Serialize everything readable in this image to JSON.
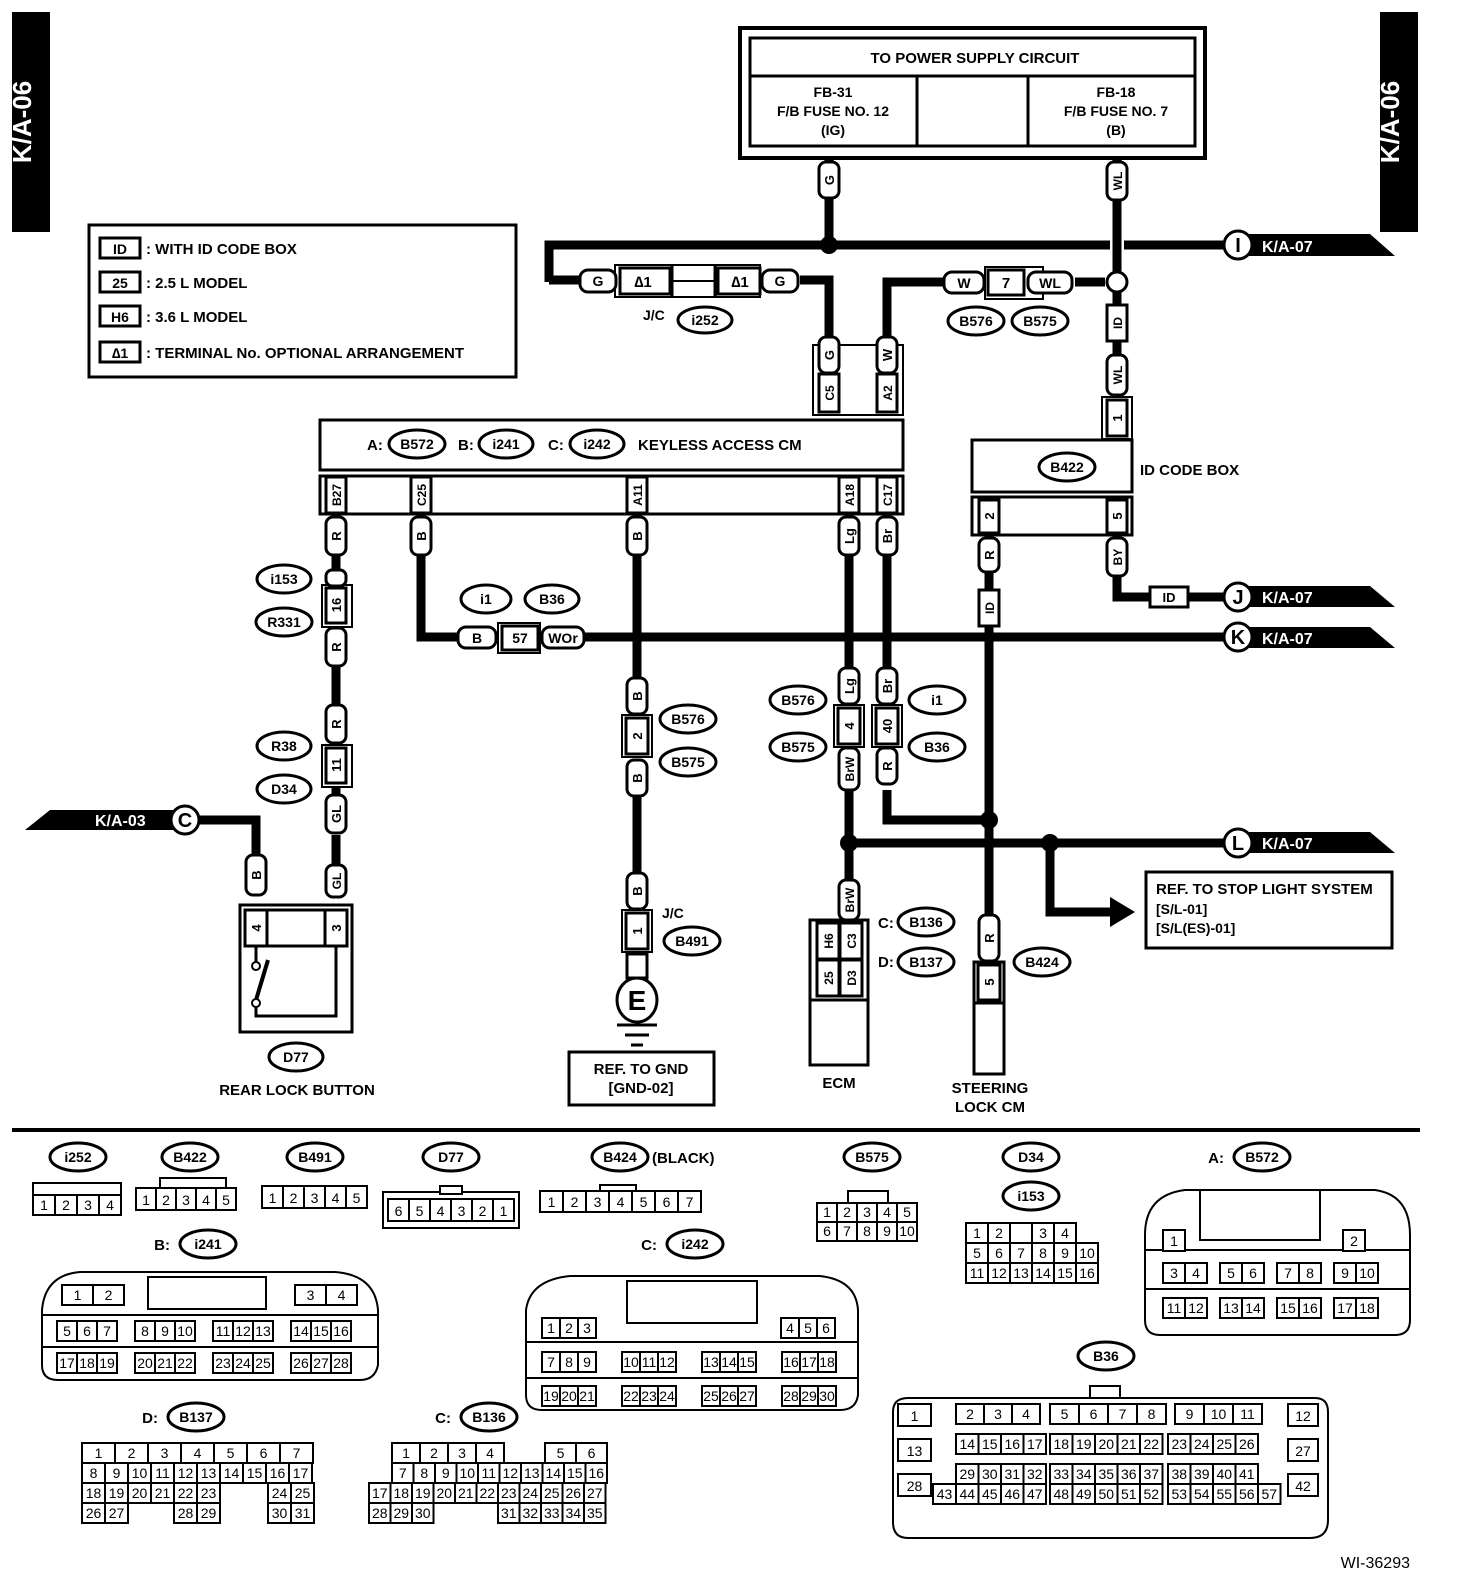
{
  "page_tag": "K/A-06",
  "figure_id": "WI-36293",
  "power_supply": {
    "title": "TO POWER SUPPLY CIRCUIT",
    "left": {
      "line1": "FB-31",
      "line2": "F/B FUSE NO. 12",
      "line3": "(IG)"
    },
    "right": {
      "line1": "FB-18",
      "line2": "F/B FUSE NO. 7",
      "line3": "(B)"
    }
  },
  "legend": [
    {
      "symbol": "ID",
      "text": ": WITH ID CODE BOX"
    },
    {
      "symbol": "25",
      "text": ": 2.5 L MODEL"
    },
    {
      "symbol": "H6",
      "text": ": 3.6 L MODEL"
    },
    {
      "symbol": "∆1",
      "text": ": TERMINAL No. OPTIONAL ARRANGEMENT"
    }
  ],
  "offpage": {
    "I": {
      "letter": "I",
      "ref": "K/A-07"
    },
    "J": {
      "letter": "J",
      "ref": "K/A-07"
    },
    "K": {
      "letter": "K",
      "ref": "K/A-07"
    },
    "L": {
      "letter": "L",
      "ref": "K/A-07"
    },
    "C": {
      "letter": "C",
      "ref": "K/A-03"
    }
  },
  "wires": {
    "G": "G",
    "WL": "WL",
    "W": "W",
    "R": "R",
    "B": "B",
    "Lg": "Lg",
    "Br": "Br",
    "BrW": "BrW",
    "GL": "GL",
    "BY": "BY",
    "WOr": "WOr",
    "ID": "ID"
  },
  "terminals": {
    "star1": "∆1",
    "seven": "7",
    "C5": "C5",
    "A2": "A2",
    "one": "1",
    "B27": "B27",
    "C25": "C25",
    "A11": "A11",
    "A18": "A18",
    "C17": "C17",
    "two": "2",
    "five": "5",
    "sixteen": "16",
    "eleven": "11",
    "fiftyseven": "57",
    "four": "4",
    "forty": "40",
    "three": "3",
    "H6": "H6",
    "C3": "C3",
    "t25": "25",
    "D3": "D3"
  },
  "connectors": {
    "i252": "i252",
    "B576": "B576",
    "B575": "B575",
    "B572": "B572",
    "i241": "i241",
    "i242": "i242",
    "B422": "B422",
    "i153": "i153",
    "R331": "R331",
    "i1": "i1",
    "B36": "B36",
    "R38": "R38",
    "D34": "D34",
    "B491": "B491",
    "B136": "B136",
    "B137": "B137",
    "B424": "B424",
    "D77": "D77"
  },
  "labels": {
    "jc": "J/C",
    "keyless": "KEYLESS ACCESS CM",
    "a_prefix": "A:",
    "b_prefix": "B:",
    "c_prefix": "C:",
    "d_prefix": "D:",
    "id_code_box": "ID CODE BOX",
    "rear_lock": "REAR LOCK BUTTON",
    "ecm": "ECM",
    "steering1": "STEERING",
    "steering2": "LOCK CM",
    "ground_letter": "E",
    "gnd_ref1": "REF. TO GND",
    "gnd_ref2": "[GND-02]",
    "stop1": "REF. TO STOP LIGHT SYSTEM",
    "stop2": "[S/L-01]",
    "stop3": "[S/L(ES)-01]",
    "black": "(BLACK)"
  },
  "connector_views": {
    "i252": [
      [
        "1",
        "2",
        "3",
        "4"
      ]
    ],
    "B422": [
      [
        "1",
        "2",
        "3",
        "4",
        "5"
      ]
    ],
    "B491": [
      [
        "1",
        "2",
        "3",
        "4",
        "5"
      ]
    ],
    "D77": [
      [
        "6",
        "5",
        "4",
        "3",
        "2",
        "1"
      ]
    ],
    "B424": [
      [
        "1",
        "2",
        "3",
        "4",
        "5",
        "6",
        "7"
      ]
    ],
    "B575": [
      [
        "1",
        "2",
        "3",
        "4",
        "5"
      ],
      [
        "6",
        "7",
        "8",
        "9",
        "10"
      ]
    ],
    "D34_i153": [
      [
        "1",
        "2",
        "",
        "3",
        "4"
      ],
      [
        "5",
        "6",
        "7",
        "8",
        "9",
        "10"
      ],
      [
        "11",
        "12",
        "13",
        "14",
        "15",
        "16"
      ]
    ],
    "B572": [
      [
        "1",
        "2"
      ],
      [
        "3",
        "4",
        "5",
        "6",
        "7",
        "8",
        "9",
        "10"
      ],
      [
        "11",
        "12",
        "13",
        "14",
        "15",
        "16",
        "17",
        "18"
      ]
    ],
    "i241": [
      [
        "1",
        "2",
        "3",
        "4"
      ],
      [
        "5",
        "6",
        "7",
        "8",
        "9",
        "10",
        "11",
        "12",
        "13",
        "14",
        "15",
        "16"
      ],
      [
        "17",
        "18",
        "19",
        "20",
        "21",
        "22",
        "23",
        "24",
        "25",
        "26",
        "27",
        "28"
      ]
    ],
    "i242": [
      [
        "1",
        "2",
        "3",
        "4",
        "5",
        "6"
      ],
      [
        "7",
        "8",
        "9",
        "10",
        "11",
        "12",
        "13",
        "14",
        "15",
        "16",
        "17",
        "18"
      ],
      [
        "19",
        "20",
        "21",
        "22",
        "23",
        "24",
        "25",
        "26",
        "27",
        "28",
        "29",
        "30"
      ]
    ],
    "B137": [
      [
        "1",
        "2",
        "3",
        "4",
        "5",
        "6",
        "7"
      ],
      [
        "8",
        "9",
        "10",
        "11",
        "12",
        "13",
        "14",
        "15",
        "16",
        "17"
      ],
      [
        "18",
        "19",
        "20",
        "21",
        "22",
        "23",
        "24",
        "25"
      ],
      [
        "26",
        "27",
        "28",
        "29",
        "30",
        "31"
      ]
    ],
    "B136": [
      [
        "1",
        "2",
        "3",
        "4",
        "5",
        "6"
      ],
      [
        "7",
        "8",
        "9",
        "10",
        "11",
        "12",
        "13",
        "14",
        "15",
        "16"
      ],
      [
        "17",
        "18",
        "19",
        "20",
        "21",
        "22",
        "23",
        "24",
        "25",
        "26",
        "27"
      ],
      [
        "28",
        "29",
        "30",
        "31",
        "32",
        "33",
        "34",
        "35"
      ]
    ],
    "B36": [
      [
        "1",
        "2",
        "3",
        "4",
        "5",
        "6",
        "7",
        "8",
        "9",
        "10",
        "11",
        "12"
      ],
      [
        "13",
        "14",
        "15",
        "16",
        "17",
        "18",
        "19",
        "20",
        "21",
        "22",
        "23",
        "24",
        "25",
        "26",
        "27"
      ],
      [
        "28",
        "29",
        "30",
        "31",
        "32",
        "33",
        "34",
        "35",
        "36",
        "37",
        "38",
        "39",
        "40",
        "41",
        "42"
      ],
      [
        "43",
        "44",
        "45",
        "46",
        "47",
        "48",
        "49",
        "50",
        "51",
        "52",
        "53",
        "54",
        "55",
        "56",
        "57"
      ]
    ]
  }
}
